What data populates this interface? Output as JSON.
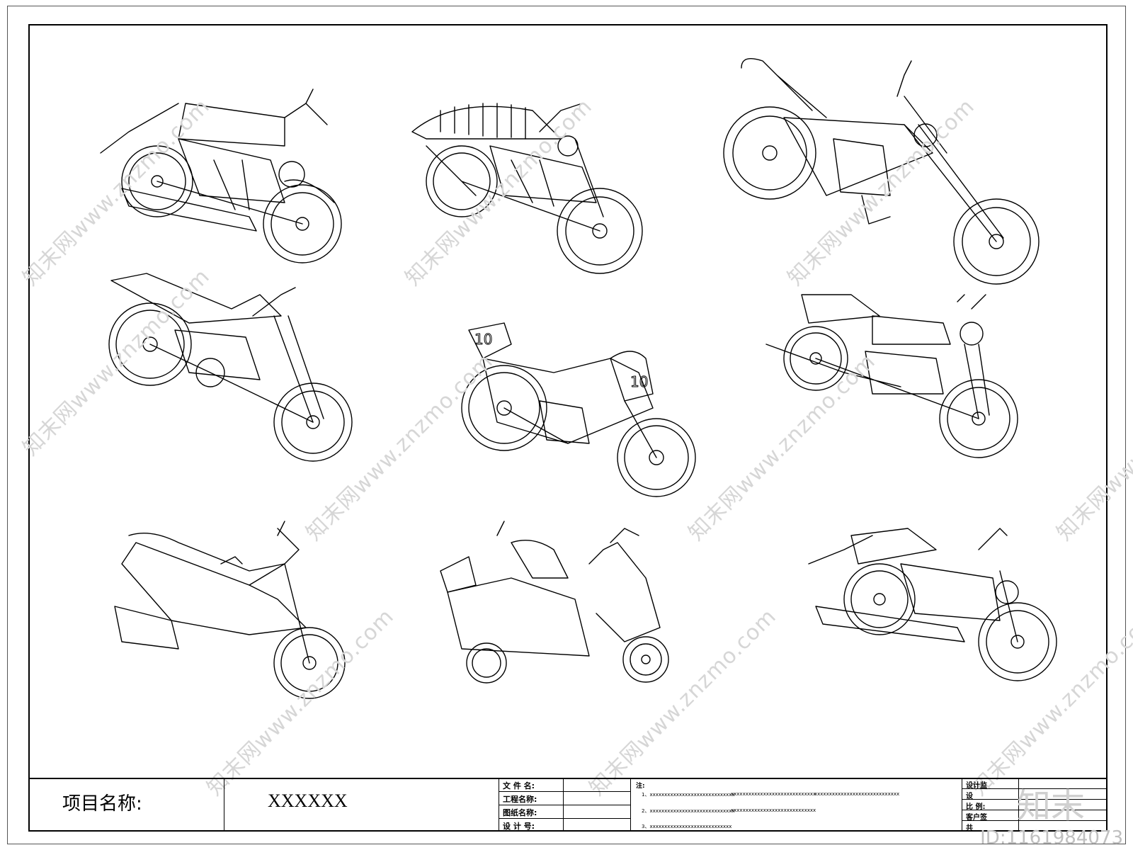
{
  "title_block": {
    "project_label": "项目名称:",
    "project_value": "XXXXXX",
    "file_name_label": "文 件 名:",
    "project_name_label": "工程名称:",
    "drawing_name_label": "图纸名称:",
    "design_no_label": "设 计 号:",
    "notes_label": "注:",
    "notes": [
      "1、xxxxxxxxxxxxxxxxxxxxxxxxxxxxx",
      "xxxxxxxxxxxxxxxxxxxxxxxxxxxxx",
      "xxxxxxxxxxxxxxxxxxxxxxxxxxxxx",
      "2、xxxxxxxxxxxxxxxxxxxxxxxxxxxxx",
      "xxxxxxxxxxxxxxxxxxxxxxxxxxxxx",
      "3、xxxxxxxxxxxxxxxxxxxxxxxxxxxx"
    ],
    "right_labels": [
      "设计监",
      "设",
      "比   例:",
      "客户签",
      "共"
    ]
  },
  "watermark": {
    "text": "知末网www.znzmo.com",
    "logo": "知末",
    "id": "ID:1161984073"
  },
  "motorcycle_labels": [
    "10",
    "10"
  ]
}
